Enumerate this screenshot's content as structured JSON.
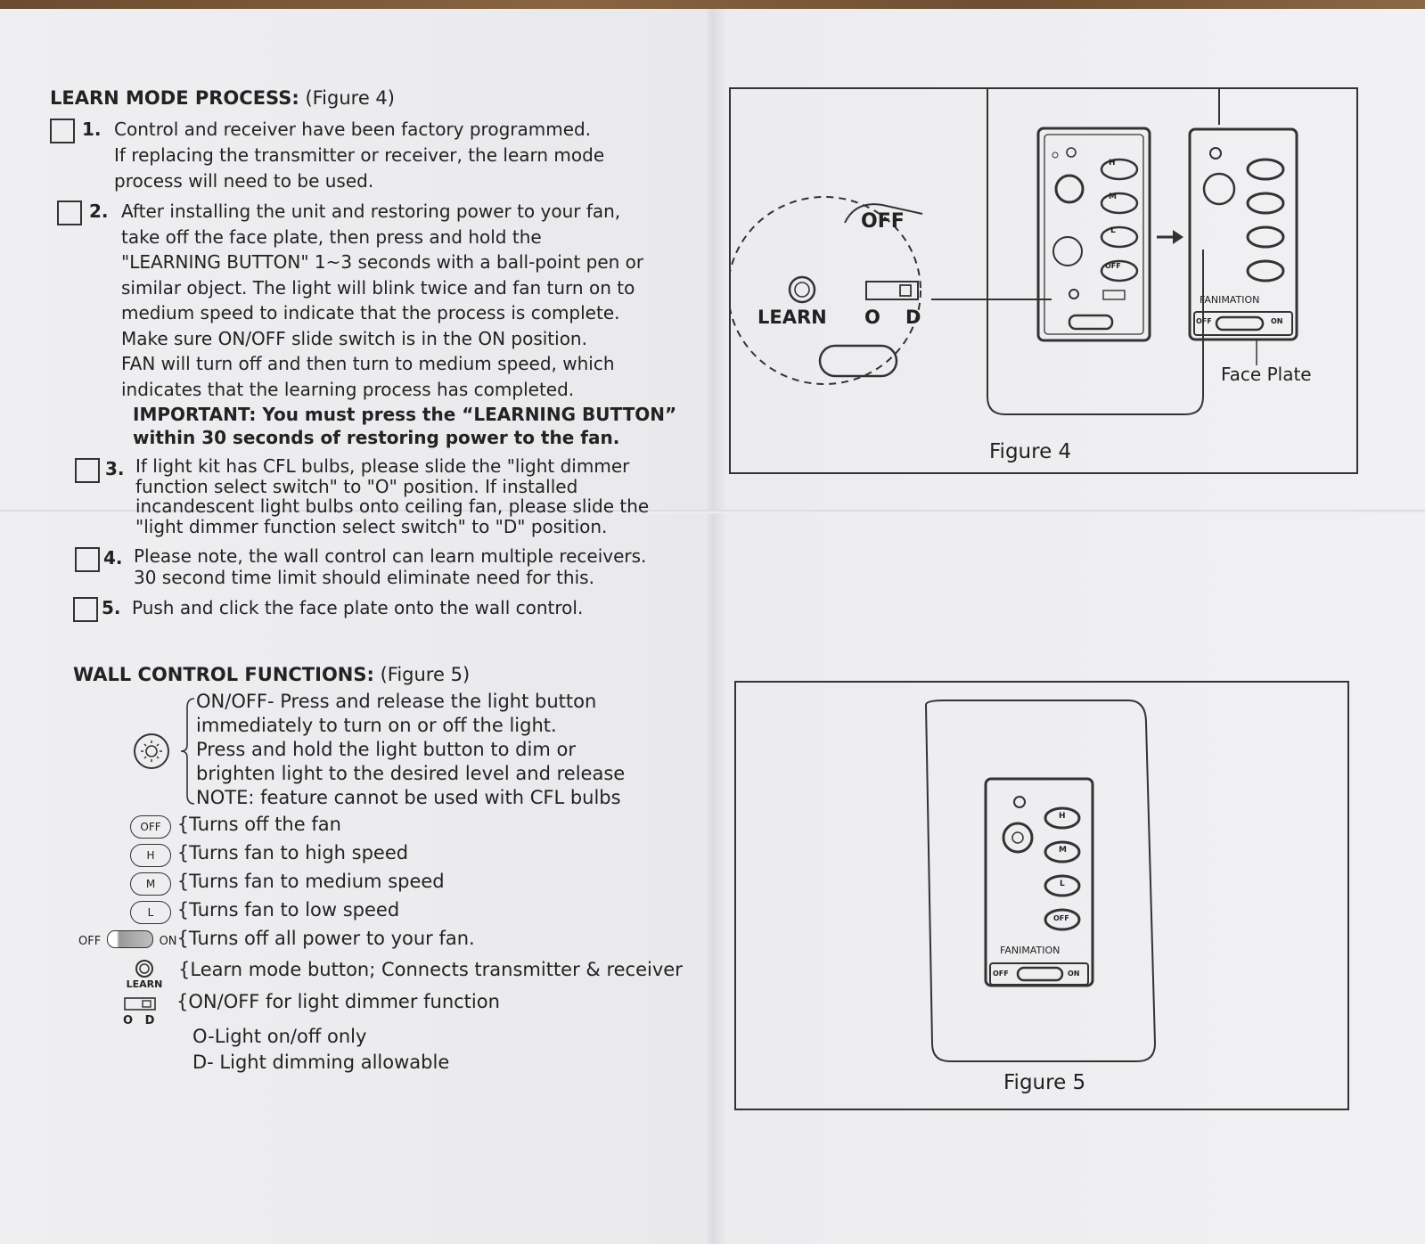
{
  "learn_mode": {
    "heading_bold": "LEARN MODE PROCESS:",
    "heading_ref": "(Figure 4)",
    "steps": [
      {
        "num": "1.",
        "text": "Control and receiver have been factory programmed.\nIf replacing the transmitter or receiver, the learn mode\nprocess will need to be used."
      },
      {
        "num": "2.",
        "text": "After installing the unit and restoring power to your fan,\ntake off the face plate, then press and hold the\n\"LEARNING BUTTON\" 1~3 seconds with a ball-point pen or\nsimilar object. The light will blink twice and fan turn on to\nmedium speed to indicate that the process is complete.\nMake sure ON/OFF slide switch is in the ON position.\nFAN will turn off and then turn to medium speed, which\nindicates that the learning process has completed.",
        "important": "IMPORTANT:  You must press the “LEARNING BUTTON”\nwithin 30 seconds of restoring power to the fan."
      },
      {
        "num": "3.",
        "text": "If light kit has CFL bulbs, please slide the \"light dimmer\nfunction select switch\" to \"O\" position. If installed\nincandescent light bulbs onto ceiling fan, please slide the\n\"light dimmer function select switch\" to \"D\" position."
      },
      {
        "num": "4.",
        "text": "Please note, the wall control can learn multiple receivers.\n30 second time limit should eliminate need for this."
      },
      {
        "num": "5.",
        "text": "Push and click the face plate onto the wall control."
      }
    ]
  },
  "wall_control": {
    "heading_bold": "WALL CONTROL FUNCTIONS:",
    "heading_ref": "(Figure 5)",
    "light_text": "ON/OFF- Press and release the light button\nimmediately to turn on or off the light.\nPress and hold the light button to dim or\nbrighten light to the desired level and release\nNOTE: feature cannot be used with CFL bulbs",
    "functions": [
      {
        "icon": "OFF",
        "text": "Turns off the fan"
      },
      {
        "icon": "H",
        "text": "Turns fan to high speed"
      },
      {
        "icon": "M",
        "text": "Turns fan to medium speed"
      },
      {
        "icon": "L",
        "text": "Turns fan to low speed"
      }
    ],
    "power_off": "OFF",
    "power_on": "ON",
    "power_text": "Turns off all power to your fan.",
    "learn_icon_label": "LEARN",
    "learn_text": "Learn mode button; Connects transmitter & receiver",
    "dimmer_text": "ON/OFF for light dimmer function",
    "dimmer_o": "O",
    "dimmer_d": "D",
    "dimmer_o_text": "O-Light on/off only",
    "dimmer_d_text": "D- Light dimming allowable"
  },
  "figure4": {
    "caption": "Figure 4",
    "callout_off": "OFF",
    "callout_learn": "LEARN",
    "callout_o": "O",
    "callout_d": "D",
    "face_plate_label": "Face Plate",
    "brand": "FANIMATION",
    "btn_h": "H",
    "btn_m": "M",
    "btn_l": "L",
    "btn_off": "OFF",
    "switch_off": "OFF",
    "switch_on": "ON"
  },
  "figure5": {
    "caption": "Figure 5",
    "brand": "FANIMATION",
    "btn_h": "H",
    "btn_m": "M",
    "btn_l": "L",
    "btn_off": "OFF",
    "switch_off": "OFF",
    "switch_on": "ON"
  }
}
